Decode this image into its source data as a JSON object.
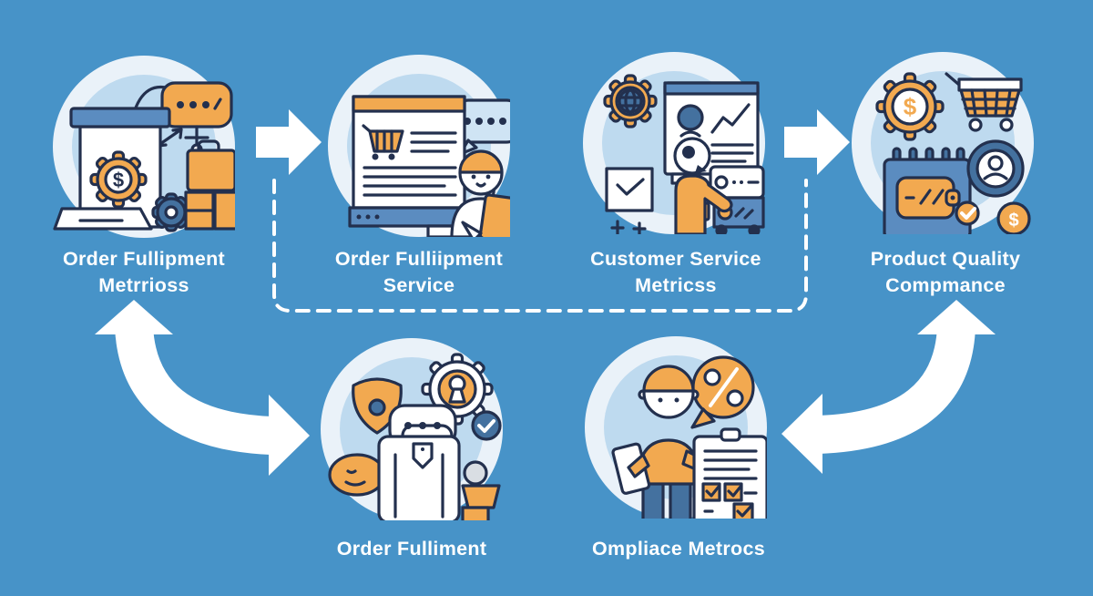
{
  "palette": {
    "background": "#4793c8",
    "circle_outer": "#eaf2f9",
    "circle_inner": "#bedaef",
    "accent_orange": "#f2a950",
    "outline_navy": "#23304e",
    "mid_blue": "#5b8cc0",
    "steel_blue": "#44719f",
    "light_blue_bubble": "#cfe4f4",
    "arrow_white": "#ffffff"
  },
  "glyphs": {
    "dollar": "$"
  },
  "nodes": [
    {
      "id": "order-fulfillment-metrics",
      "label_line1": "Order Fullipment",
      "label_line2": "Metrrioss",
      "icons": [
        "package-box",
        "dollar-gear",
        "gear",
        "chat-bubble",
        "stacked-boxes",
        "curved-connector"
      ]
    },
    {
      "id": "order-fulfillment-service",
      "label_line1": "Order Fulliipment",
      "label_line2": "Service",
      "icons": [
        "storefront-window",
        "shopping-cart",
        "chat-bubble",
        "support-person",
        "notepad"
      ]
    },
    {
      "id": "customer-service-metrics",
      "label_line1": "Customer Service",
      "label_line2": "Metricss",
      "icons": [
        "globe-gear",
        "analytics-window",
        "avatar",
        "line-chart",
        "person",
        "checked-box",
        "service-machine",
        "bucket"
      ]
    },
    {
      "id": "product-quality-compliance",
      "label_line1": "Product Quality",
      "label_line2": "Compmance",
      "icons": [
        "dollar-gear",
        "shopping-cart",
        "calendar",
        "wallet",
        "user-badge",
        "check-badge",
        "dollar-coin"
      ]
    },
    {
      "id": "order-fulfillment",
      "label_line1": "Order Fulliment",
      "label_line2": "",
      "icons": [
        "shield",
        "chat-bubble",
        "keyhole-gear",
        "check-badge",
        "shopping-bag",
        "price-tag"
      ]
    },
    {
      "id": "compliance-metrics",
      "label_line1": "Ompliace Metrocs",
      "label_line2": "",
      "icons": [
        "person",
        "tablet",
        "percent-bubble",
        "compliance-checklist"
      ]
    }
  ],
  "connectors": [
    {
      "id": "arrow-metrics-to-service",
      "type": "solid-right-arrow"
    },
    {
      "id": "arrow-customer-to-quality",
      "type": "solid-right-arrow"
    },
    {
      "id": "dashed-loop",
      "type": "dashed-elbow-line"
    },
    {
      "id": "curved-arrow-left",
      "type": "curved-double-arrow",
      "heads": [
        "up",
        "right"
      ]
    },
    {
      "id": "curved-arrow-right",
      "type": "curved-double-arrow",
      "heads": [
        "up",
        "left"
      ]
    }
  ]
}
